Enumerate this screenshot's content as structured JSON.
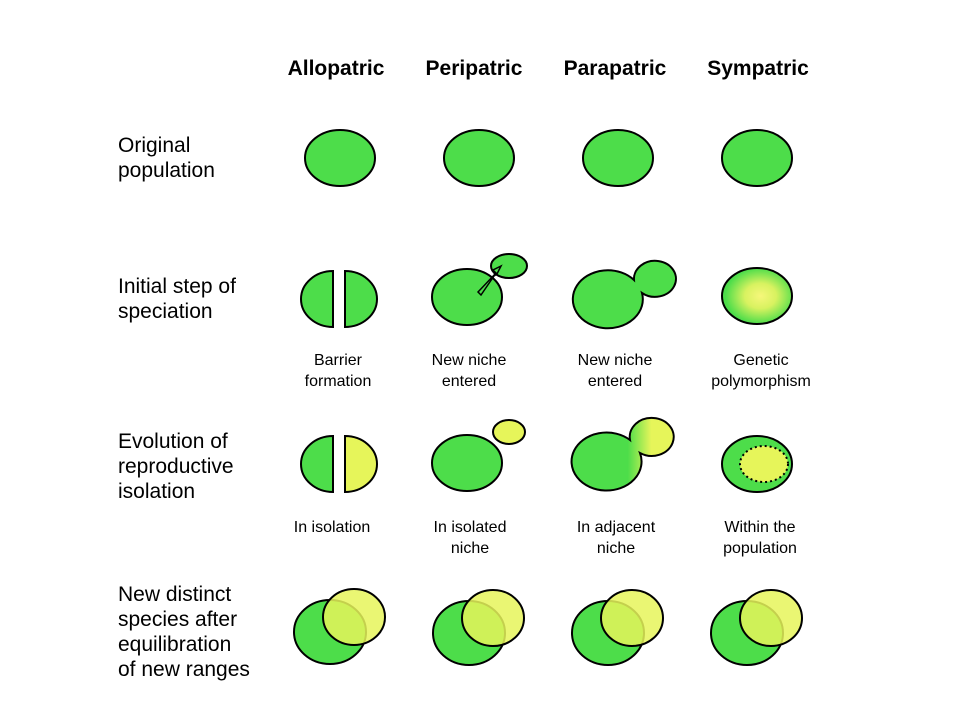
{
  "columns": [
    "Allopatric",
    "Peripatric",
    "Parapatric",
    "Sympatric"
  ],
  "rows": [
    "Original\npopulation",
    "Initial step of\nspeciation",
    "Evolution of\nreproductive\nisolation",
    "New distinct\nspecies after\nequilibration\nof new ranges"
  ],
  "captions": {
    "initial": [
      "Barrier\nformation",
      "New niche\nentered",
      "New niche\nentered",
      "Genetic\npolymorphism"
    ],
    "evolution": [
      "In isolation",
      "In isolated\nniche",
      "In adjacent\nniche",
      "Within the\npopulation"
    ]
  },
  "colors": {
    "original_species": "#4ddd4a",
    "new_species": "#e6f55a",
    "outline": "#000000"
  }
}
